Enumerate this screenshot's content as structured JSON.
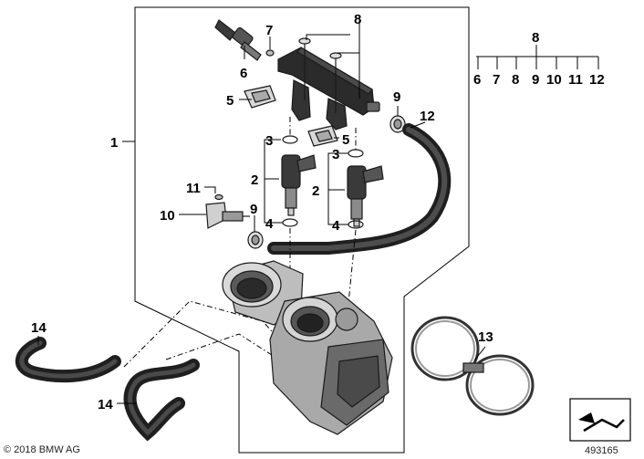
{
  "callouts": {
    "c1": "1",
    "c2a": "2",
    "c2b": "2",
    "c3a": "3",
    "c3b": "3",
    "c4a": "4",
    "c4b": "4",
    "c5a": "5",
    "c5b": "5",
    "c6": "6",
    "c7": "7",
    "c8": "8",
    "c9a": "9",
    "c9b": "9",
    "c10": "10",
    "c11": "11",
    "c12": "12",
    "c13": "13",
    "c14a": "14",
    "c14b": "14"
  },
  "kit": {
    "top": "8",
    "items": [
      "6",
      "7",
      "8",
      "9",
      "10",
      "11",
      "12"
    ]
  },
  "footer": {
    "copyright": "© 2018 BMW AG",
    "diagram_number": "493165"
  }
}
